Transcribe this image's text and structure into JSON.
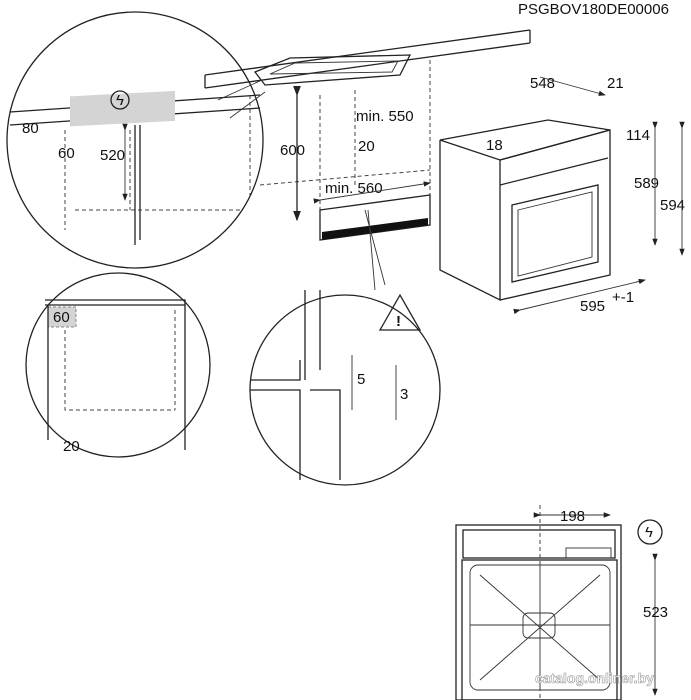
{
  "doc_code": "PSGBOV180DE00006",
  "cabinet": {
    "min_550": "min. 550",
    "min_560": "min. 560",
    "height_600": "600",
    "depth_20": "20"
  },
  "detail_top": {
    "dim_80": "80",
    "dim_60": "60",
    "dim_520": "520"
  },
  "oven": {
    "depth_548": "548",
    "dim_21": "21",
    "dim_18": "18",
    "dim_114": "114",
    "height_589": "589",
    "height_594": "594",
    "width_595": "595",
    "width_tolerance": "+-1"
  },
  "detail_side": {
    "dim_60": "60",
    "dim_20": "20"
  },
  "detail_warning": {
    "dim_5": "5",
    "dim_3": "3"
  },
  "rear_view": {
    "dim_198": "198",
    "dim_523": "523"
  },
  "watermark": "catalog.onliner.by"
}
